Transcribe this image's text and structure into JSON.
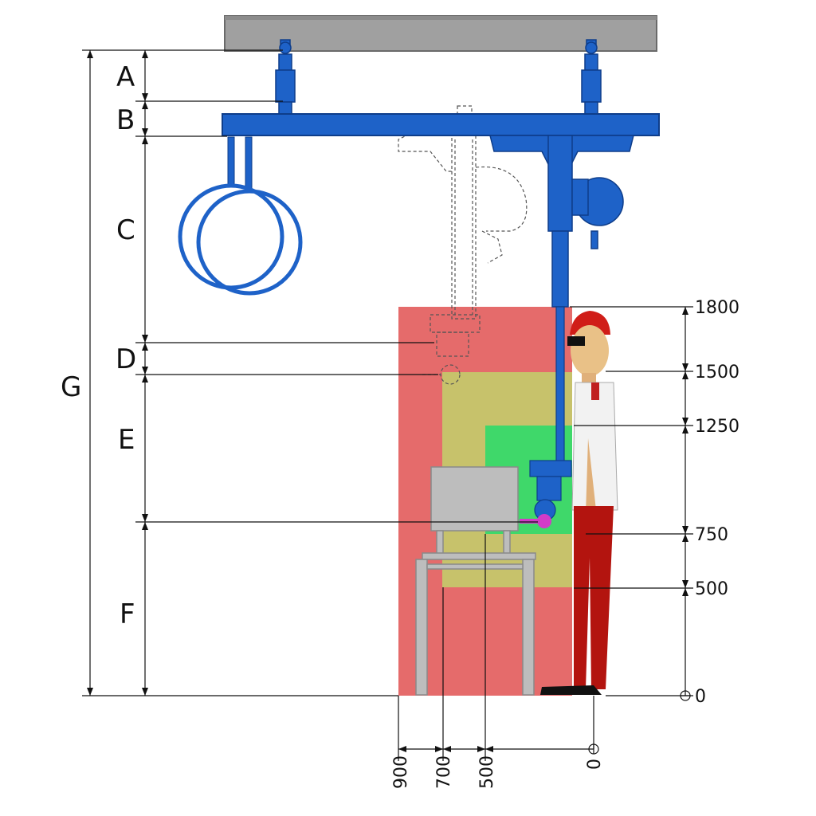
{
  "vertical_dimensions": {
    "A": "A",
    "B": "B",
    "C": "C",
    "D": "D",
    "E": "E",
    "F": "F",
    "G": "G"
  },
  "height_scale_mm": [
    "1800",
    "1500",
    "1250",
    "750",
    "500",
    "0"
  ],
  "reach_scale_mm": [
    "900",
    "700",
    "500",
    "0"
  ],
  "colors": {
    "rail": "#a0a0a0",
    "crane_blue": "#1e62c8",
    "zone_red": "#e56b6b",
    "zone_yellow": "#c7c26b",
    "zone_green": "#3fd86a",
    "worker_shirt": "#f2f2f2",
    "worker_pants": "#b3140f",
    "cap": "#d01d18",
    "tool_magenta": "#d23bc8",
    "table_gray": "#bdbdbd"
  }
}
